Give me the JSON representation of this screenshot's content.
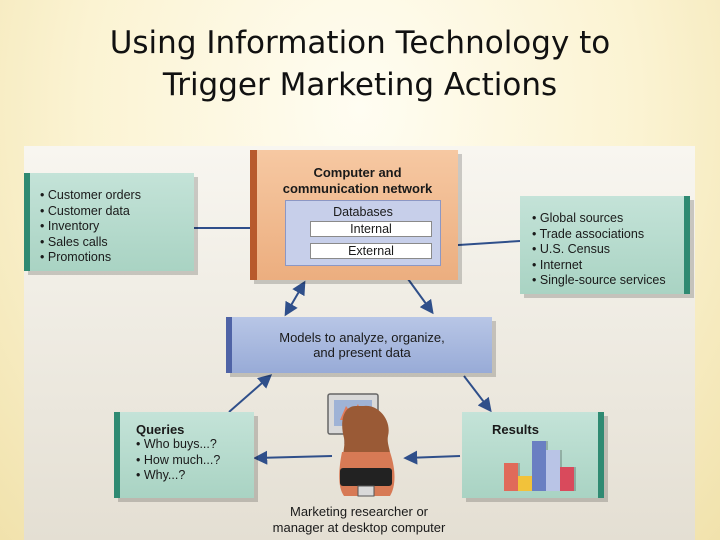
{
  "title": {
    "line1": "Using Information Technology to",
    "line2": "Trigger Marketing Actions"
  },
  "internal_sources": {
    "items": [
      "Customer orders",
      "Customer data",
      "Inventory",
      "Sales calls",
      "Promotions"
    ]
  },
  "network": {
    "title_line1": "Computer and",
    "title_line2": "communication network",
    "databases_label": "Databases",
    "internal_label": "Internal",
    "external_label": "External"
  },
  "external_sources": {
    "items": [
      "Global sources",
      "Trade associations",
      "U.S. Census",
      "Internet",
      "Single-source services"
    ]
  },
  "models": {
    "line1": "Models to analyze, organize,",
    "line2": "and present data"
  },
  "queries": {
    "header": "Queries",
    "items": [
      "Who buys...?",
      "How much...?",
      "Why...?"
    ]
  },
  "results": {
    "header": "Results",
    "bars": [
      {
        "value": 0.55,
        "color": "#e06a5a"
      },
      {
        "value": 0.3,
        "color": "#f2c23a"
      },
      {
        "value": 1.0,
        "color": "#6a7fc2"
      },
      {
        "value": 0.82,
        "color": "#b9c4e6"
      },
      {
        "value": 0.47,
        "color": "#d94a5c"
      }
    ]
  },
  "person": {
    "caption_line1": "Marketing researcher or",
    "caption_line2": "manager at desktop computer"
  },
  "colors": {
    "teal": "#2f8a72",
    "blue": "#4f63a6",
    "orange": "#b85a2c",
    "arrow": "#2f4f8a"
  }
}
